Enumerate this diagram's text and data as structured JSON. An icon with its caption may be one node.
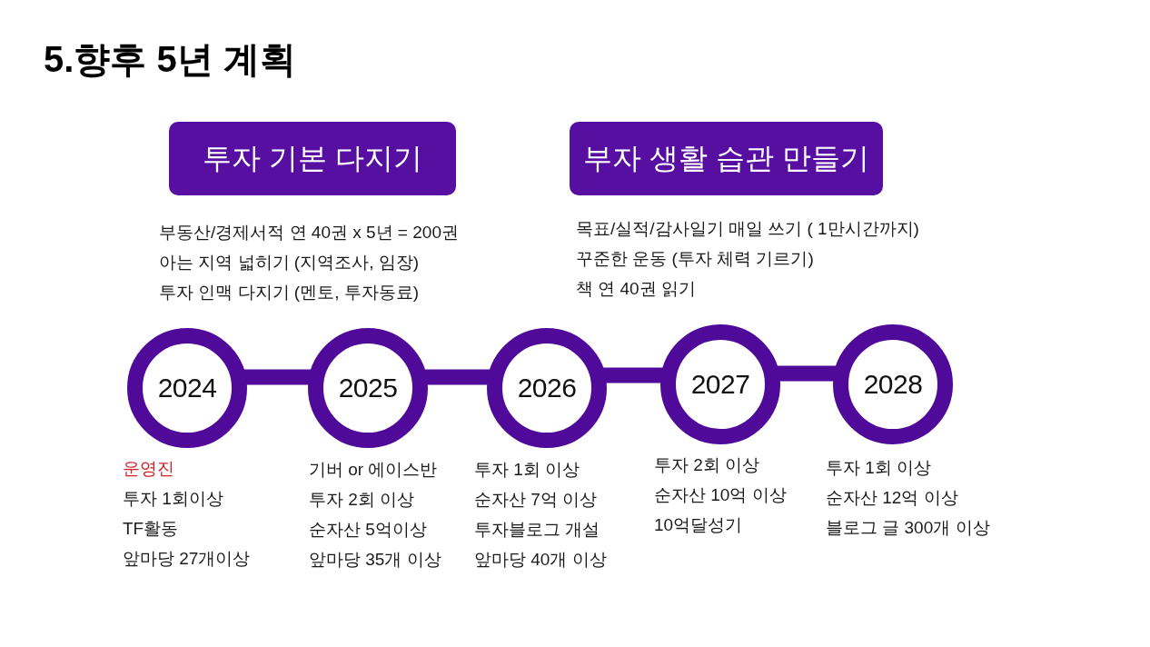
{
  "diagram": {
    "title": "5.향후 5년 계획",
    "nodes": [
      {
        "text": [
          "투자 기본 다지기"
        ],
        "beside": [
          "부동산/경제서적 연 40권 x 5년 = 200권",
          "아는 지역 넓히기 (지역조사, 임장)",
          "투자 인맥 다지기 (멘토, 투자동료)"
        ]
      },
      {
        "text": [
          "부자 생활 습관 만들기"
        ],
        "beside": [
          "목표/실적/감사일기 매일 쓰기 ( 1만시간까지)",
          "꾸준한 운동 (투자 체력 기르기)",
          "책 연 40권 읽기"
        ]
      },
      {
        "text": [
          "2024"
        ],
        "beside": [
          "운영진",
          "투자 1회이상",
          "TF활동",
          "앞마당 27개이상"
        ]
      },
      {
        "text": [
          "2025"
        ],
        "beside": [
          "기버 or 에이스반",
          "투자 2회 이상",
          "순자산 5억이상",
          "앞마당 35개 이상"
        ]
      },
      {
        "text": [
          "2026"
        ],
        "beside": [
          "투자 1회 이상",
          "순자산 7억 이상",
          "투자블로그 개설",
          "앞마당 40개 이상"
        ]
      },
      {
        "text": [
          "2027"
        ],
        "beside": [
          "투자 2회 이상",
          "순자산 10억 이상",
          "10억달성기"
        ]
      },
      {
        "text": [
          "2028"
        ],
        "beside": [
          "투자 1회 이상",
          "순자산 12억 이상",
          "블로그 글 300개 이상"
        ]
      }
    ],
    "edges": [
      {
        "from": 2,
        "to": 3,
        "arrow": "none"
      },
      {
        "from": 3,
        "to": 4,
        "arrow": "none"
      },
      {
        "from": 4,
        "to": 5,
        "arrow": "none"
      },
      {
        "from": 5,
        "to": 6,
        "arrow": "none"
      }
    ]
  }
}
